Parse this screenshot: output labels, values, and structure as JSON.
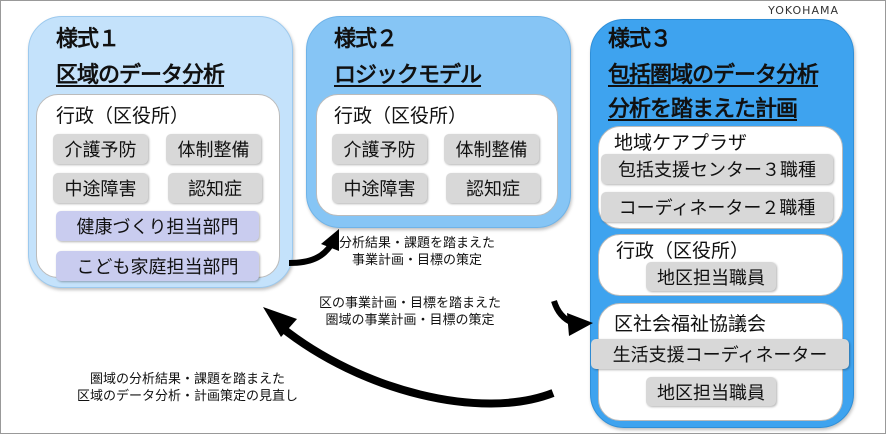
{
  "logo": "YOKOHAMA",
  "panel1": {
    "title": "様式１",
    "subtitle": "区域のデータ分析",
    "group": "行政（区役所）",
    "items": [
      "介護予防",
      "体制整備",
      "中途障害",
      "認知症",
      "健康づくり担当部門",
      "こども家庭担当部門"
    ]
  },
  "panel2": {
    "title": "様式２",
    "subtitle": "ロジックモデル",
    "group": "行政（区役所）",
    "items": [
      "介護予防",
      "体制整備",
      "中途障害",
      "認知症"
    ]
  },
  "panel3": {
    "title": "様式３",
    "subtitle1": "包括圏域のデータ分析",
    "subtitle2": "分析を踏まえた計画",
    "groups": [
      {
        "name": "地域ケアプラザ",
        "items": [
          "包括支援センター３職種",
          "コーディネーター２職種"
        ]
      },
      {
        "name": "行政（区役所）",
        "items": [
          "地区担当職員"
        ]
      },
      {
        "name": "区社会福祉協議会",
        "items": [
          "生活支援コーディネーター",
          "地区担当職員"
        ]
      }
    ]
  },
  "captions": {
    "c1": [
      "分析結果・課題を踏まえた",
      "事業計画・目標の策定"
    ],
    "c2": [
      "区の事業計画・目標を踏まえた",
      "圏域の事業計画・目標の策定"
    ],
    "c3": [
      "圏域の分析結果・課題を踏まえた",
      "区域のデータ分析・計画策定の見直し"
    ]
  }
}
